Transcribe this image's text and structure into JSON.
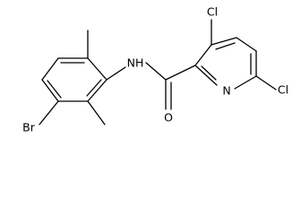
{
  "molecule": {
    "atoms": {
      "br": "Br",
      "nh": "NH",
      "o": "O",
      "n_ring": "N",
      "cl_top": "Cl",
      "cl_right": "Cl"
    }
  }
}
